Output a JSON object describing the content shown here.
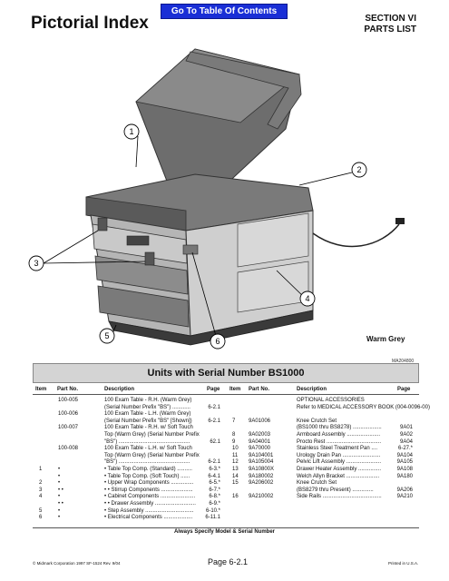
{
  "nav": {
    "goto_label": "Go To Table Of Contents"
  },
  "header": {
    "title": "Pictorial Index",
    "section": "SECTION VI",
    "parts": "PARTS LIST"
  },
  "figure": {
    "callouts": [
      "1",
      "2",
      "3",
      "4",
      "5",
      "6"
    ],
    "color_label": "Warm Grey",
    "fig_id": "MA204800"
  },
  "units_title": "Units with Serial Number BS1000",
  "table_headers": {
    "item": "Item",
    "part": "Part No.",
    "desc": "Description",
    "page": "Page"
  },
  "left_rows": [
    {
      "item": "",
      "part": "100-005",
      "desc": "100 Exam Table - R.H. (Warm Grey)",
      "page": ""
    },
    {
      "item": "",
      "part": "",
      "desc": "(Serial Number Prefix \"BS\") ............",
      "page": "6-2.1"
    },
    {
      "item": "",
      "part": "100-006",
      "desc": "100 Exam Table - L.H. (Warm Grey)",
      "page": ""
    },
    {
      "item": "",
      "part": "",
      "desc": "(Serial Number Prefix \"BS\" [Shown])",
      "page": "6-2.1"
    },
    {
      "item": "",
      "part": "100-007",
      "desc": "100 Exam Table - R.H. w/ Soft Touch",
      "page": ""
    },
    {
      "item": "",
      "part": "",
      "desc": "Top (Warm Grey) (Serial Number Prefix",
      "page": ""
    },
    {
      "item": "",
      "part": "",
      "desc": "\"BS\") ...............................................",
      "page": "62.1"
    },
    {
      "item": "",
      "part": "100-008",
      "desc": "100 Exam Table - L.H. w/ Soft Touch",
      "page": ""
    },
    {
      "item": "",
      "part": "",
      "desc": "Top (Warm Grey) (Serial Number Prefix",
      "page": ""
    },
    {
      "item": "",
      "part": "",
      "desc": "\"BS\") ...............................................",
      "page": "6-2.1"
    },
    {
      "item": "1",
      "part": "•",
      "desc": "• Table Top Comp. (Standard) ..........",
      "page": "6-3.*"
    },
    {
      "item": "",
      "part": "•",
      "desc": "• Table Top Comp. (Soft Touch) ......",
      "page": "6-4.1"
    },
    {
      "item": "2",
      "part": "•",
      "desc": "• Upper Wrap Components ...............",
      "page": "6-5.*"
    },
    {
      "item": "3",
      "part": "• •",
      "desc": "• • Stirrup Components .....................",
      "page": "6-7.*"
    },
    {
      "item": "4",
      "part": "•",
      "desc": "• Cabinet Components .......................",
      "page": "6-8.*"
    },
    {
      "item": "",
      "part": "• •",
      "desc": "• • Drawer Assembly ...........................",
      "page": "6-9.*"
    },
    {
      "item": "5",
      "part": "•",
      "desc": "• Step Assembly ................................",
      "page": "6-10.*"
    },
    {
      "item": "6",
      "part": "•",
      "desc": "• Electrical Components ...................",
      "page": "6-11.1"
    }
  ],
  "right_rows": [
    {
      "item": "",
      "part": "",
      "desc": "OPTIONAL ACCESSORIES",
      "page": ""
    },
    {
      "item": "",
      "part": "",
      "desc": "Refer to MEDICAL ACCESSORY BOOK (004-0096-00)",
      "page": ""
    },
    {
      "item": "",
      "part": "",
      "desc": "",
      "page": ""
    },
    {
      "item": "7",
      "part": "9A01006",
      "desc": "Knee Crutch Set",
      "page": ""
    },
    {
      "item": "",
      "part": "",
      "desc": "(BS1000 thru BS8278) ...................",
      "page": "9A01"
    },
    {
      "item": "8",
      "part": "9A02003",
      "desc": "Armboard Assembly ......................",
      "page": "9A02"
    },
    {
      "item": "9",
      "part": "9A04001",
      "desc": "Procto Rest ....................................",
      "page": "9A04"
    },
    {
      "item": "10",
      "part": "9A70000",
      "desc": "Stainless Steel Treatment Pan ....",
      "page": "6-27.*"
    },
    {
      "item": "11",
      "part": "9A104001",
      "desc": "Urology Drain Pan .........................",
      "page": "9A104"
    },
    {
      "item": "12",
      "part": "9A105004",
      "desc": "Pelvic Lift Assembly .......................",
      "page": "9A105"
    },
    {
      "item": "13",
      "part": "9A10800X",
      "desc": "Drawer Heater Assembly ...............",
      "page": "9A108"
    },
    {
      "item": "14",
      "part": "9A180002",
      "desc": "Welch Allyn Bracket ......................",
      "page": "9A180"
    },
    {
      "item": "15",
      "part": "9A206002",
      "desc": "Knee Crutch Set",
      "page": ""
    },
    {
      "item": "",
      "part": "",
      "desc": "(BS8279 thru Present) ..............",
      "page": "9A206"
    },
    {
      "item": "16",
      "part": "9A210002",
      "desc": "Side Rails .......................................",
      "page": "9A210"
    }
  ],
  "always_note": "Always Specify Model & Serial Number",
  "footer": {
    "left": "© Midmark Corporation 1997 SF-1524 Rev. 9/04",
    "center": "Page 6-2.1",
    "right": "Printed in U.S.A."
  }
}
